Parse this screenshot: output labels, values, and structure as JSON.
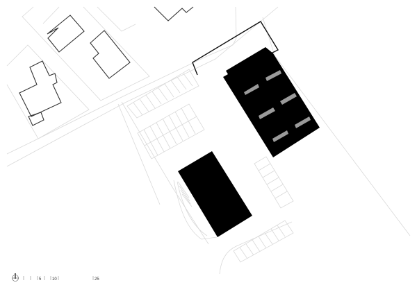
{
  "map": {
    "type": "site plan",
    "colors": {
      "background": "#ffffff",
      "building_fill": "#000000",
      "skylight_fill": "#9a9a9a",
      "context_line": "#d9d9d9",
      "existing_house_line": "#333333",
      "boundary_line": "#111111"
    }
  },
  "scale_bar": {
    "north_icon": "north-arrow-circle",
    "labels": [
      "5",
      "10",
      "25"
    ]
  }
}
